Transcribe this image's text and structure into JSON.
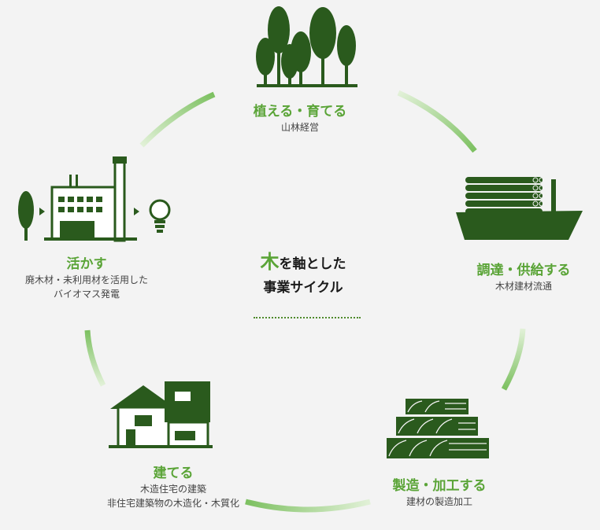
{
  "center": {
    "accent": "木",
    "line1_rest": "を軸とした",
    "line2": "事業サイクル"
  },
  "nodes": [
    {
      "title": "植える・育てる",
      "subtitle": [
        "山林経営"
      ],
      "icon": "forest-icon"
    },
    {
      "title": "調達・供給する",
      "subtitle": [
        "木材建材流通"
      ],
      "icon": "cargo-ship-icon"
    },
    {
      "title": "製造・加工する",
      "subtitle": [
        "建材の製造加工"
      ],
      "icon": "lumber-stack-icon"
    },
    {
      "title": "建てる",
      "subtitle": [
        "木造住宅の建築",
        "非住宅建築物の木造化・木質化"
      ],
      "icon": "house-icon"
    },
    {
      "title": "活かす",
      "subtitle": [
        "廃木材・未利用材を活用した",
        "バイオマス発電"
      ],
      "icon": "biomass-plant-icon"
    }
  ],
  "colors": {
    "dark_green": "#2a5a1d",
    "accent_green": "#5aa437",
    "arc_light": "#dcefd2",
    "arc_dark": "#7cc060",
    "background": "#f3f3f3"
  }
}
